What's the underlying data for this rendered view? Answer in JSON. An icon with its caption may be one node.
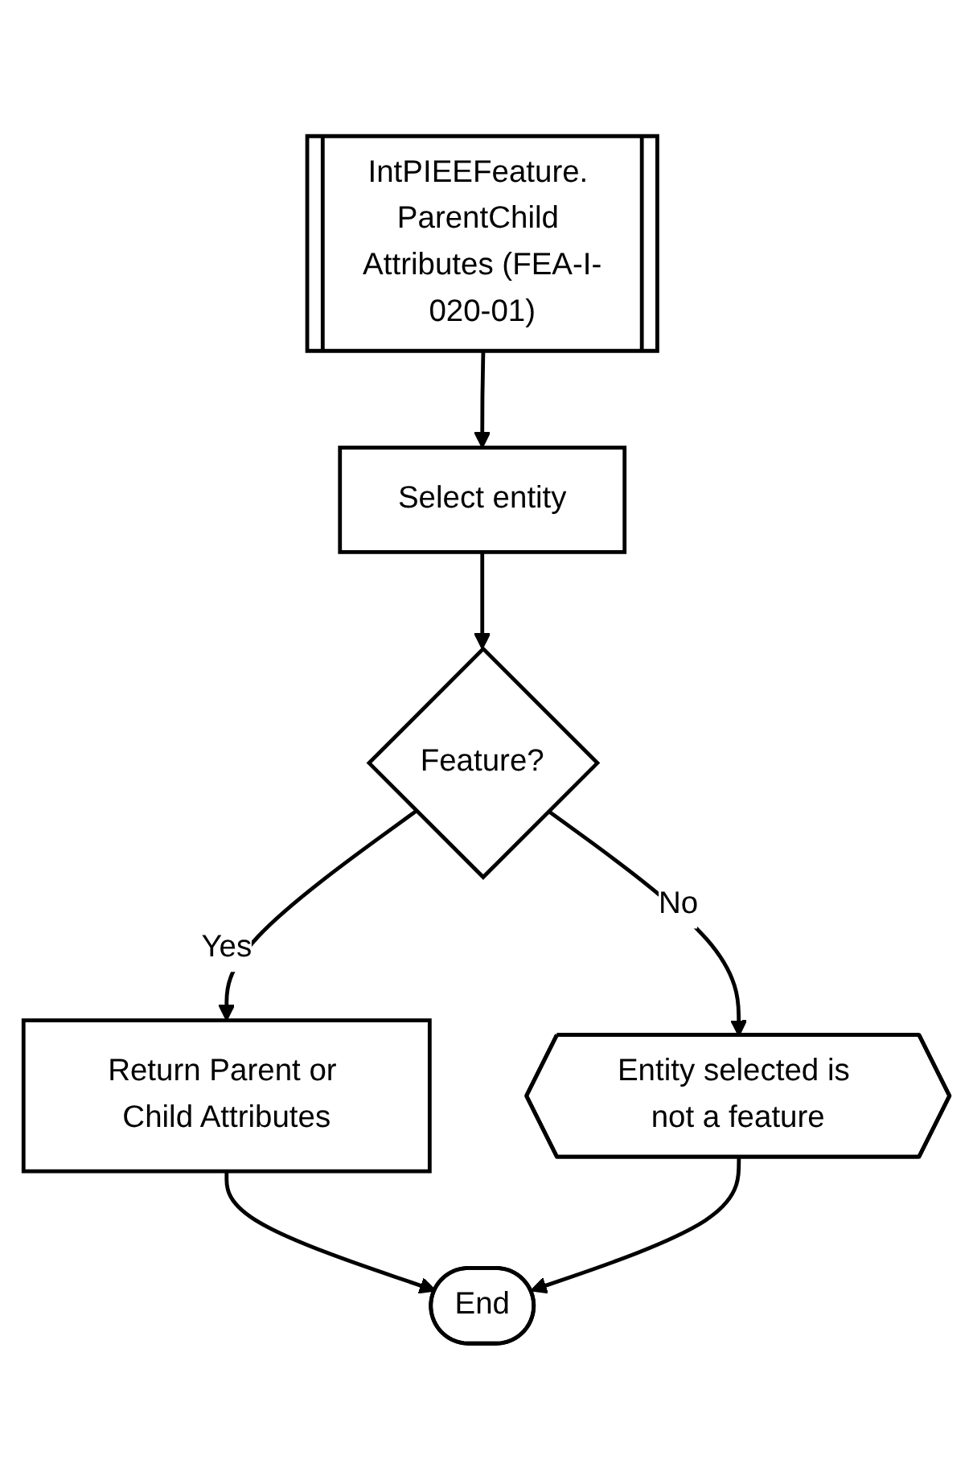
{
  "diagram": {
    "nodes": [
      {
        "text": [
          "IntPIEEFeature. ParentChild Attributes (FEA-I-020-01)"
        ]
      },
      {
        "text": [
          "Select entity"
        ]
      },
      {
        "text": [
          "Feature?"
        ]
      },
      {
        "text": [
          "Entity selected is not a feature"
        ]
      },
      {
        "text": [
          "Return Parent or Child Attributes"
        ]
      },
      {
        "text": [
          "End"
        ]
      }
    ],
    "edges": [
      {
        "from": 0,
        "to": 1,
        "arrow": "to"
      },
      {
        "from": 1,
        "to": 2,
        "arrow": "to"
      },
      {
        "from": 2,
        "to": 3,
        "label": "No",
        "arrow": "to"
      },
      {
        "from": 2,
        "to": 4,
        "label": "Yes",
        "arrow": "to"
      },
      {
        "from": 4,
        "to": 5,
        "arrow": "to"
      },
      {
        "from": 3,
        "to": 5,
        "arrow": "to"
      }
    ]
  }
}
